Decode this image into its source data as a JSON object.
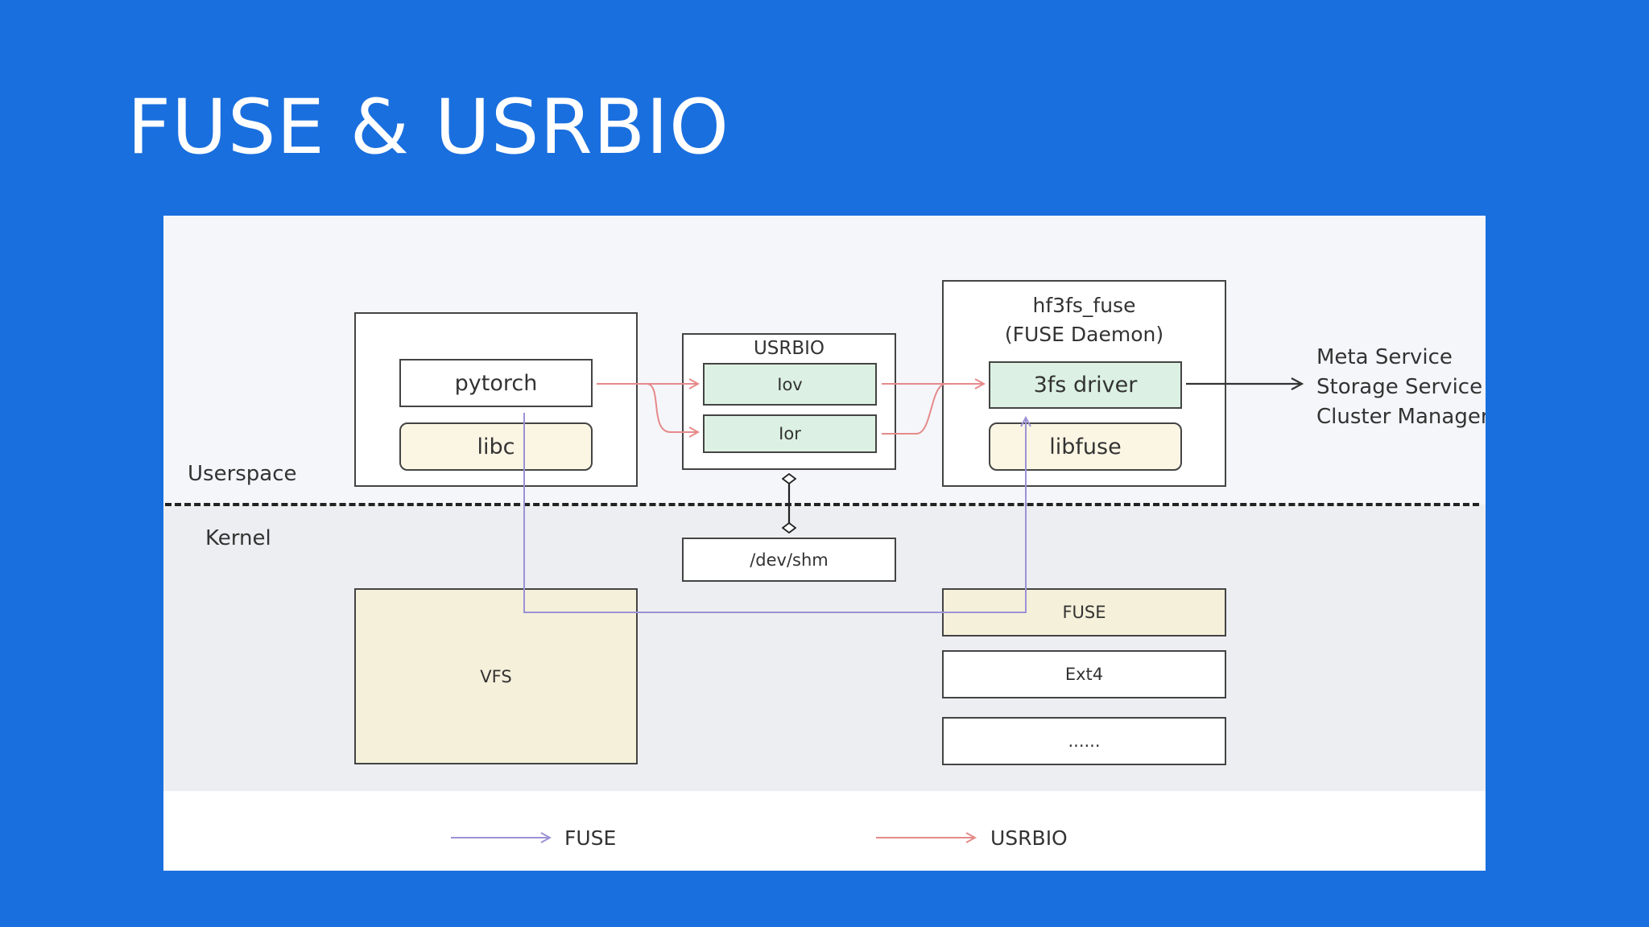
{
  "slide": {
    "title": "FUSE & USRBIO"
  },
  "diagram": {
    "zones": {
      "userspace": "Userspace",
      "kernel": "Kernel"
    },
    "app_box": {
      "pytorch": "pytorch",
      "libc": "libc"
    },
    "usrbio_box": {
      "title": "USRBIO",
      "iov": "Iov",
      "ior": "Ior"
    },
    "daemon_box": {
      "title_line1": "hf3fs_fuse",
      "title_line2": "(FUSE Daemon)",
      "driver": "3fs driver",
      "libfuse": "libfuse"
    },
    "services": [
      "Meta Service",
      "Storage Service",
      "Cluster Manager"
    ],
    "kernel_boxes": {
      "shm": "/dev/shm",
      "vfs": "VFS",
      "fuse": "FUSE",
      "ext4": "Ext4",
      "more": "......"
    },
    "legend": {
      "fuse": "FUSE",
      "usrbio": "USRBIO"
    },
    "colors": {
      "fuse_path": "#9b92d6",
      "usrbio_path": "#e58a8a",
      "background": "#1a6fde"
    }
  }
}
